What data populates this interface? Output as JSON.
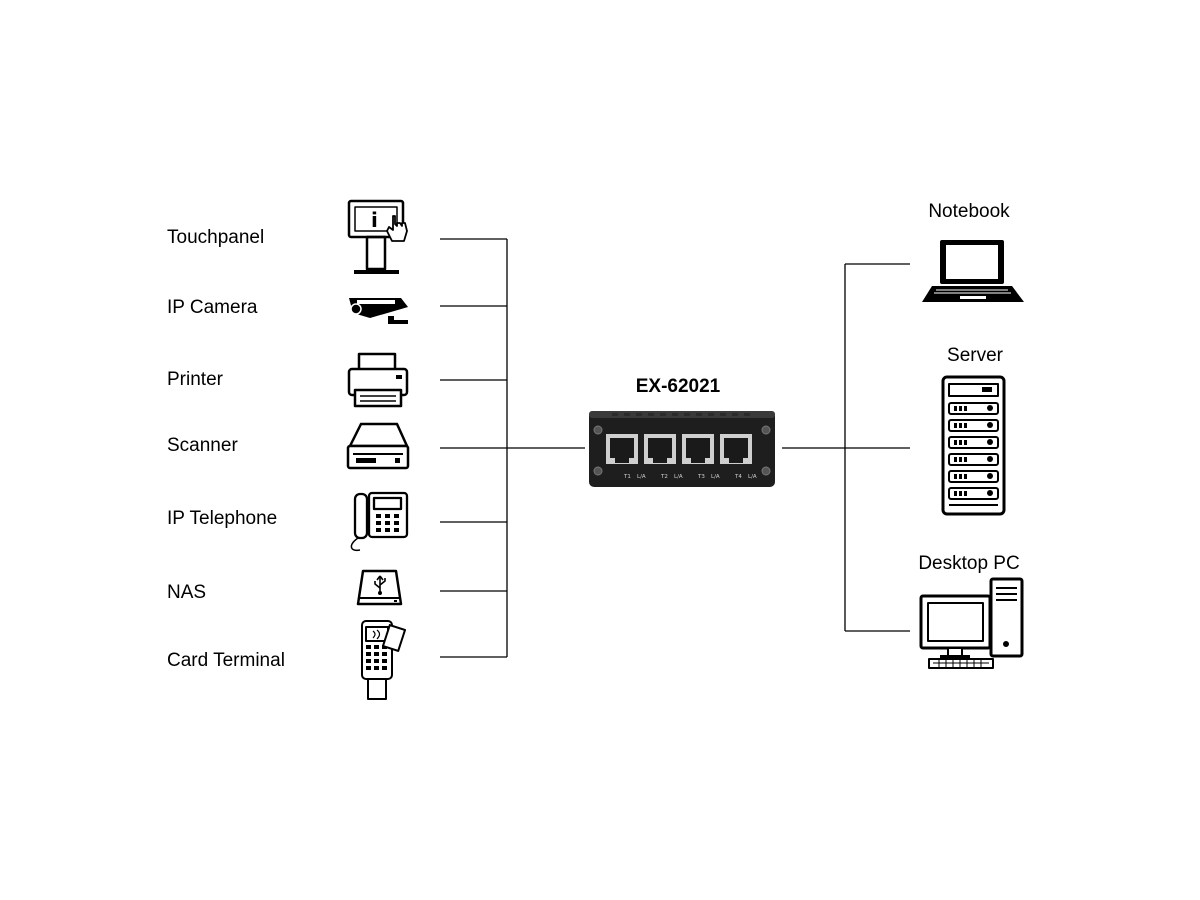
{
  "device": {
    "model": "EX-62021",
    "port_labels": [
      "T1",
      "L/A",
      "T2",
      "L/A",
      "T3",
      "L/A",
      "T4",
      "L/A"
    ]
  },
  "left_devices": [
    {
      "label": "Touchpanel",
      "icon": "touchpanel-kiosk-icon"
    },
    {
      "label": "IP Camera",
      "icon": "ip-camera-icon"
    },
    {
      "label": "Printer",
      "icon": "printer-icon"
    },
    {
      "label": "Scanner",
      "icon": "scanner-icon"
    },
    {
      "label": "IP Telephone",
      "icon": "ip-telephone-icon"
    },
    {
      "label": "NAS",
      "icon": "nas-usb-drive-icon"
    },
    {
      "label": "Card Terminal",
      "icon": "card-terminal-icon"
    }
  ],
  "right_devices": [
    {
      "label": "Notebook",
      "icon": "notebook-icon"
    },
    {
      "label": "Server",
      "icon": "server-rack-icon"
    },
    {
      "label": "Desktop PC",
      "icon": "desktop-pc-icon"
    }
  ]
}
